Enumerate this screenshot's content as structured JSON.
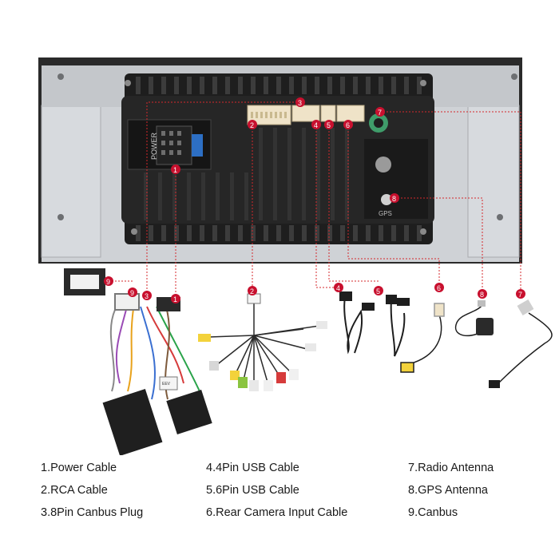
{
  "unit": {
    "power_label": "POWER",
    "gps_label": "GPS"
  },
  "markers": [
    "1",
    "2",
    "3",
    "4",
    "5",
    "6",
    "7",
    "8",
    "9"
  ],
  "small_plug_label": "EEV\nGSM",
  "legend": {
    "col1": [
      "1.Power Cable",
      "2.RCA Cable",
      "3.8Pin Canbus Plug"
    ],
    "col2": [
      "4.4Pin USB Cable",
      "5.6Pin USB Cable",
      "6.Rear Camera Input Cable"
    ],
    "col3": [
      "7.Radio Antenna",
      "8.GPS Antenna",
      "9.Canbus"
    ]
  },
  "colors": {
    "marker_red": "#c8102e",
    "leader_red": "#d4282c",
    "unit_black": "#1e1e1e",
    "bracket_gray": "#c9ccd0",
    "connector_beige": "#efe3c8",
    "antenna_green": "#3f9c6a"
  }
}
